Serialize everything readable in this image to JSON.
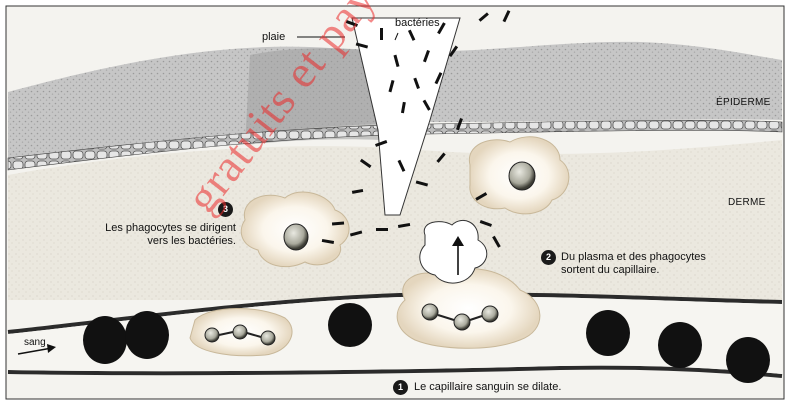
{
  "labels": {
    "plaie": "plaie",
    "bacteries": "bactéries",
    "epiderme": "ÉPIDERME",
    "derme": "DERME",
    "sang": "sang"
  },
  "steps": [
    {
      "number": "1",
      "text": "Le capillaire sanguin se dilate."
    },
    {
      "number": "2",
      "text_line1": "Du plasma et des phagocytes",
      "text_line2": "sortent du capillaire."
    },
    {
      "number": "3",
      "text_line1": "Les phagocytes se dirigent",
      "text_line2": "vers les bactéries."
    }
  ],
  "watermark": "gratuits et payants",
  "colors": {
    "epidermis": "#c9c9c9",
    "dermis": "#efede6",
    "capillary_wall": "#2b2b2b",
    "blood_cell": "#111111",
    "phagocyte_halo": "#f3e8d4",
    "watermark": "#eb2828"
  }
}
